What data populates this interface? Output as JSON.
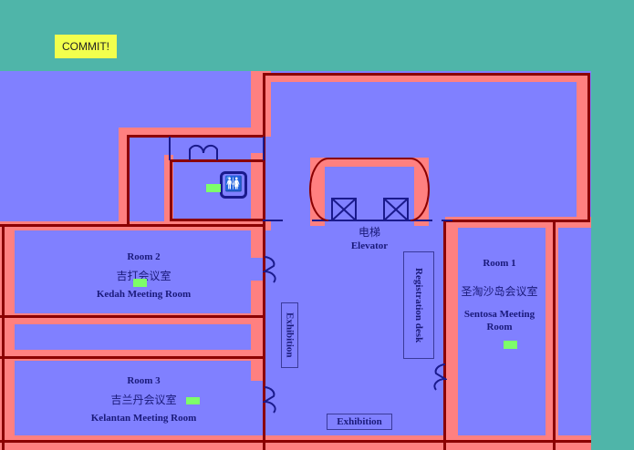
{
  "toolbar": {
    "commit_label": "COMMIT!"
  },
  "colors": {
    "background": "#4fb5a9",
    "floor": "#8080ff",
    "wall_zone": "#ff8080",
    "wall_line": "#8b0000",
    "fixture": "#1a1a8c",
    "marker": "#7dff6a",
    "commit_button": "#f2ff4d"
  },
  "floorplan": {
    "elevator": {
      "label_cn": "电梯",
      "label_en": "Elevator"
    },
    "registration_desk": "Registration desk",
    "exhibition_vertical": "Exhibition",
    "exhibition_bottom": "Exhibition",
    "rooms": [
      {
        "title": "Room 1",
        "name_cn": "圣淘沙岛会议室",
        "name_en": "Sentosa Meeting Room"
      },
      {
        "title": "Room 2",
        "name_cn": "吉打会议室",
        "name_en": "Kedah Meeting Room"
      },
      {
        "title": "Room 3",
        "name_cn": "吉兰丹会议室",
        "name_en": "Kelantan Meeting Room"
      }
    ],
    "restroom_icon": "restroom-icon"
  }
}
